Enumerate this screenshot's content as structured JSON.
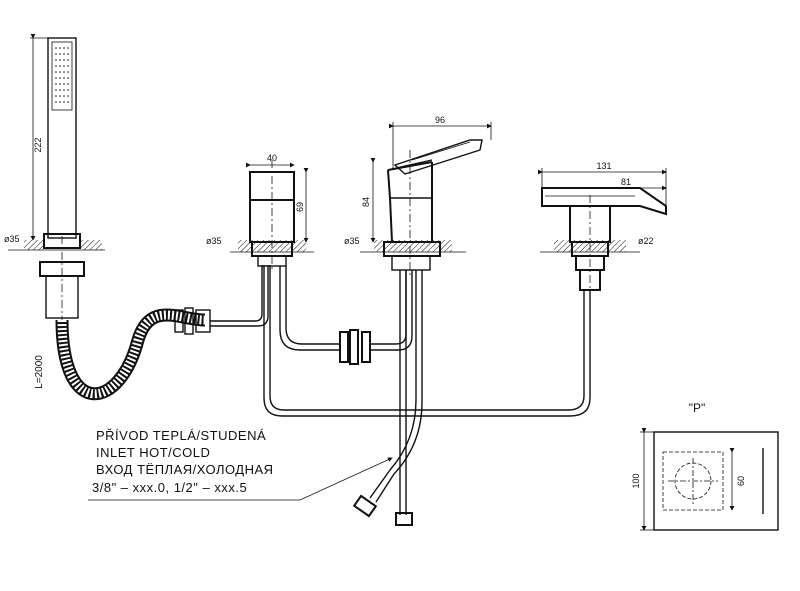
{
  "dimensions": {
    "handshower_height": "222",
    "handshower_dia": "ø35",
    "hose_length": "L=2000",
    "valve_width": "40",
    "valve_height": "69",
    "valve_dia": "ø35",
    "mixer_width": "96",
    "mixer_height": "84",
    "mixer_dia": "ø35",
    "spout_length": "131",
    "spout_reach": "81",
    "spout_dia": "ø22"
  },
  "inlet_note": {
    "line1": "PŘÍVOD TEPLÁ/STUDENÁ",
    "line2": "INLET HOT/COLD",
    "line3": "ВХОД ТЁПЛАЯ/ХОЛОДНАЯ",
    "line4": "3/8\" – xxx.0, 1/2\" – xxx.5"
  },
  "detail_p": {
    "label": "\"P\"",
    "dim_height": "100",
    "dim_inner": "60"
  }
}
